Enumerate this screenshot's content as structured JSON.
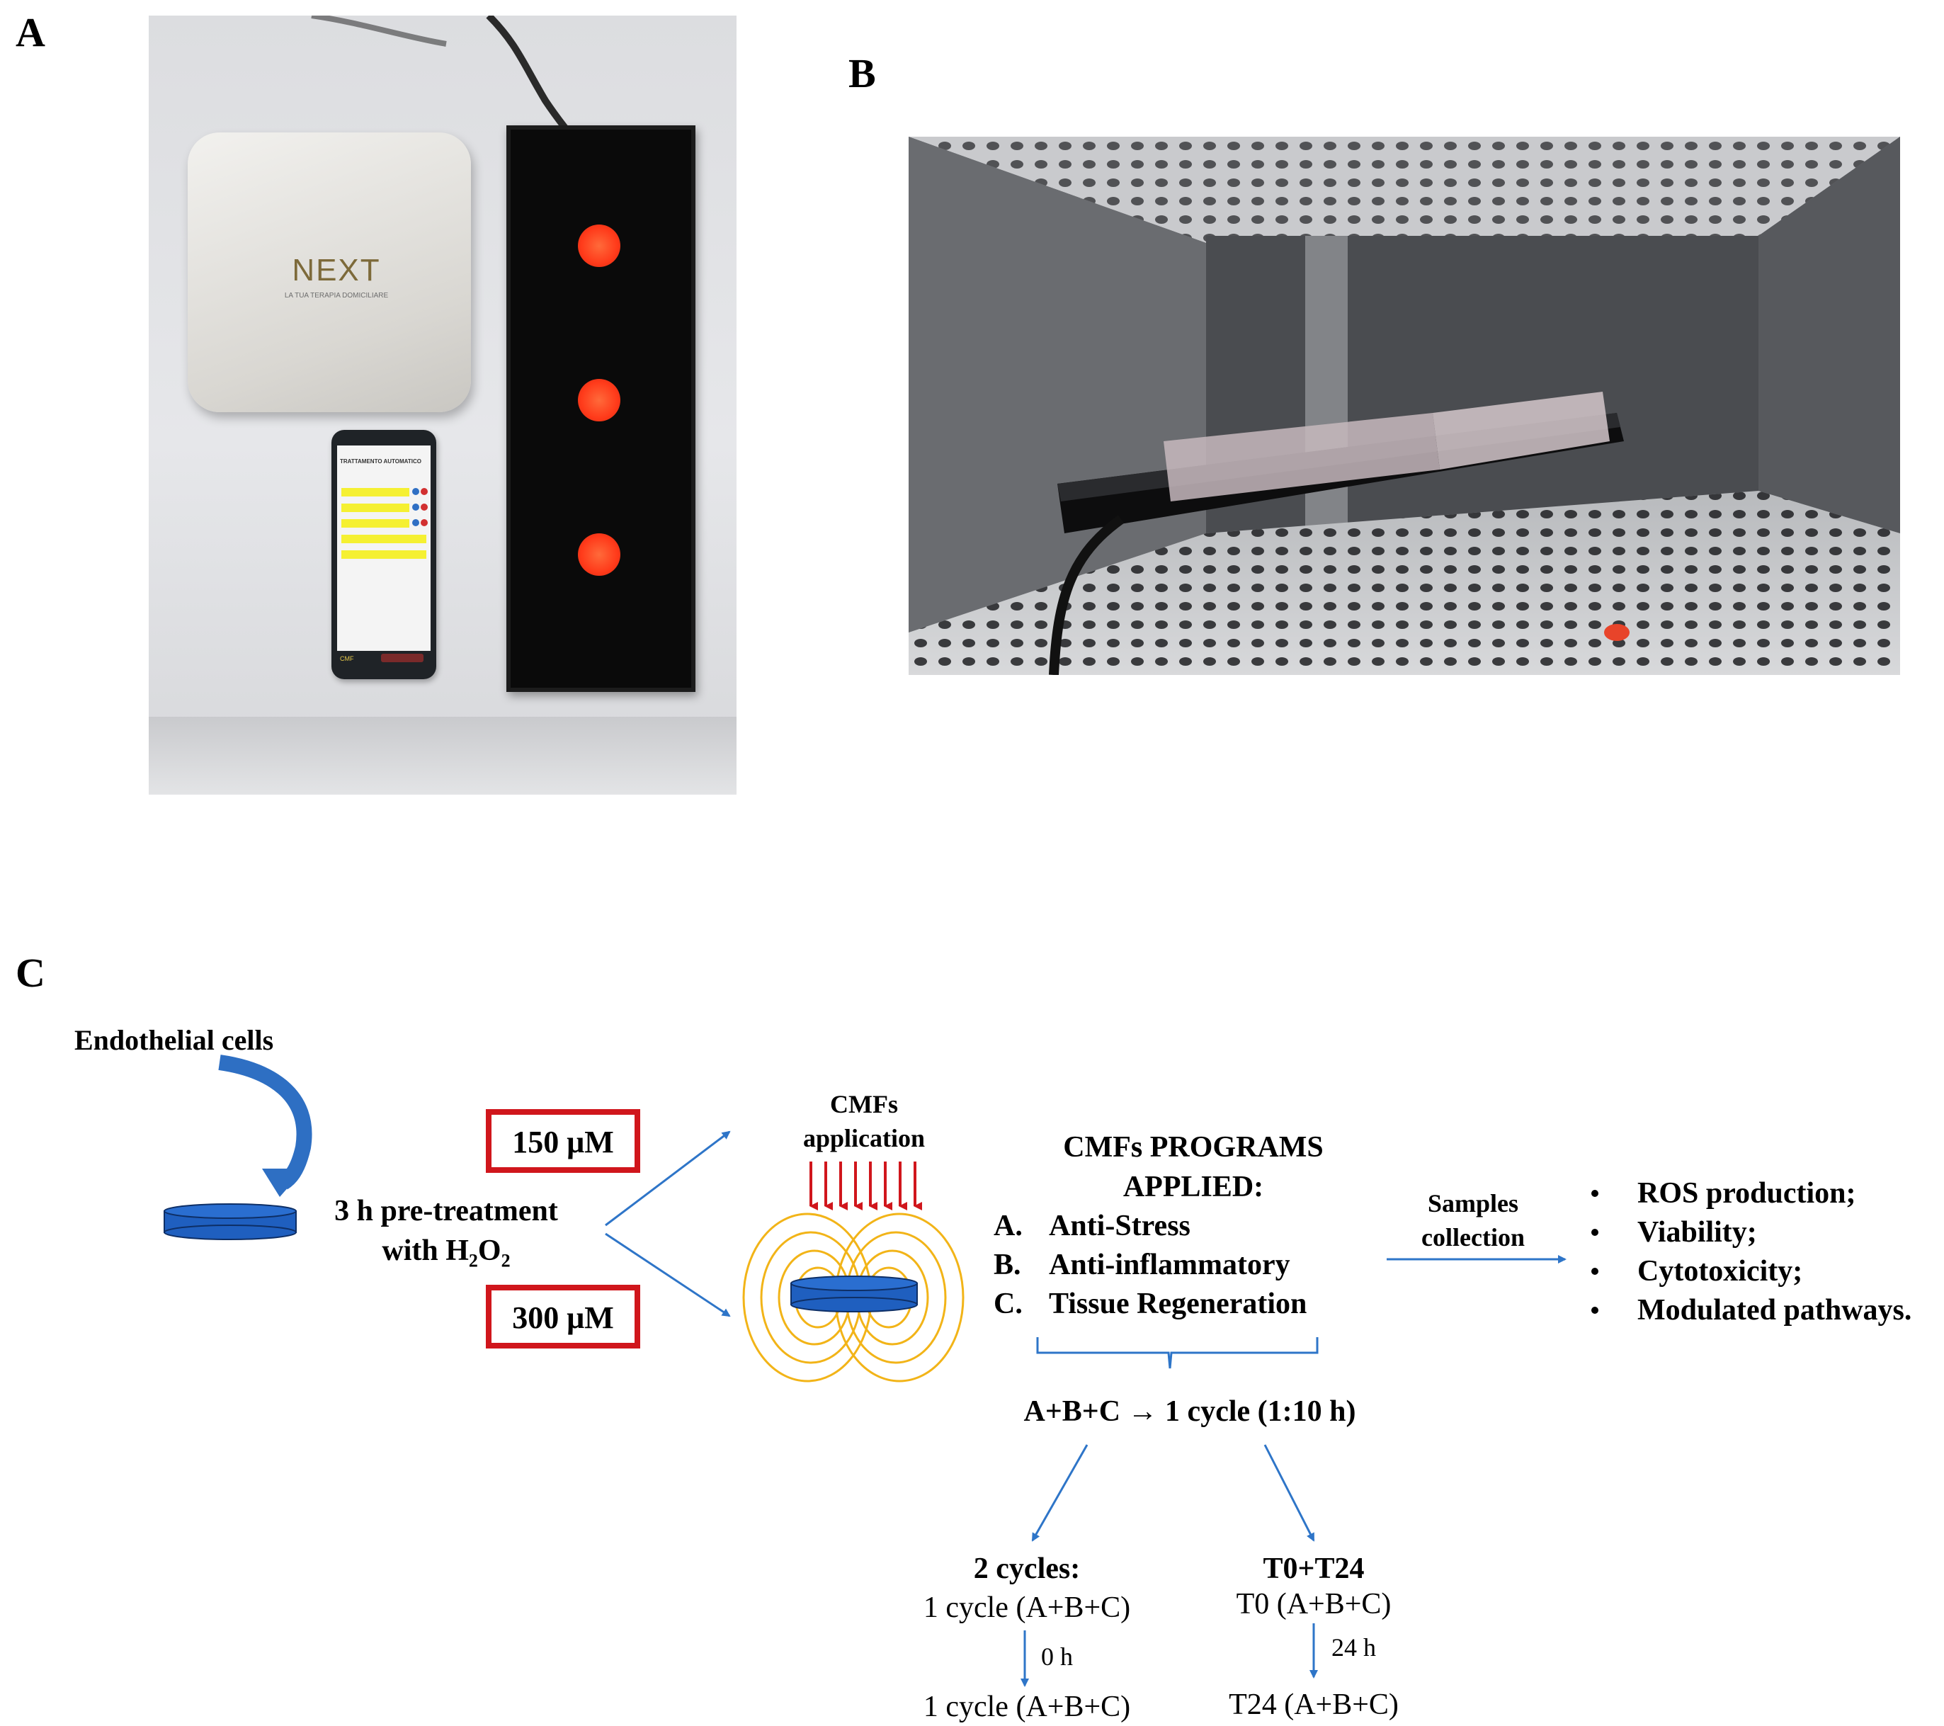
{
  "panels": {
    "a_label": "A",
    "b_label": "B",
    "c_label": "C"
  },
  "photo_a": {
    "device_brand": "NEXT",
    "device_tagline": "LA TUA TERAPIA DOMICILIARE",
    "phone_screen_title": "TRATTAMENTO AUTOMATICO",
    "phone_footer": "CMF",
    "applicator_dot_color": "#ff3a1a"
  },
  "diagram": {
    "cells_label": "Endothelial cells",
    "conc_150": "150 μM",
    "conc_300": "300 μM",
    "pretreat_line1": "3 h pre-treatment",
    "pretreat_line2_prefix": "with H",
    "pretreat_sub1": "2",
    "pretreat_o": "O",
    "pretreat_sub2": "2",
    "cmf_app_line1": "CMFs",
    "cmf_app_line2": "application",
    "programs_line1": "CMFs PROGRAMS",
    "programs_line2": "APPLIED:",
    "programs": [
      {
        "letter": "A.",
        "name": "Anti-Stress"
      },
      {
        "letter": "B.",
        "name": "Anti-inflammatory"
      },
      {
        "letter": "C.",
        "name": "Tissue Regeneration"
      }
    ],
    "samples_line1": "Samples",
    "samples_line2": "collection",
    "outcomes": [
      "ROS production;",
      "Viability;",
      "Cytotoxicity;",
      "Modulated pathways."
    ],
    "cycle_def": "A+B+C → 1 cycle (1:10 h)",
    "left_branch": {
      "title": "2 cycles:",
      "first": "1 cycle (A+B+C)",
      "gap": "0 h",
      "second": "1 cycle (A+B+C)"
    },
    "right_branch": {
      "title": "T0+T24",
      "first": "T0 (A+B+C)",
      "gap": "24 h",
      "second": "T24 (A+B+C)"
    },
    "colors": {
      "dish": "#1f5fbf",
      "arrow": "#2e75c8",
      "box": "#d0161c",
      "field": "#f2b418",
      "cmf_arrows": "#d0161c"
    }
  }
}
